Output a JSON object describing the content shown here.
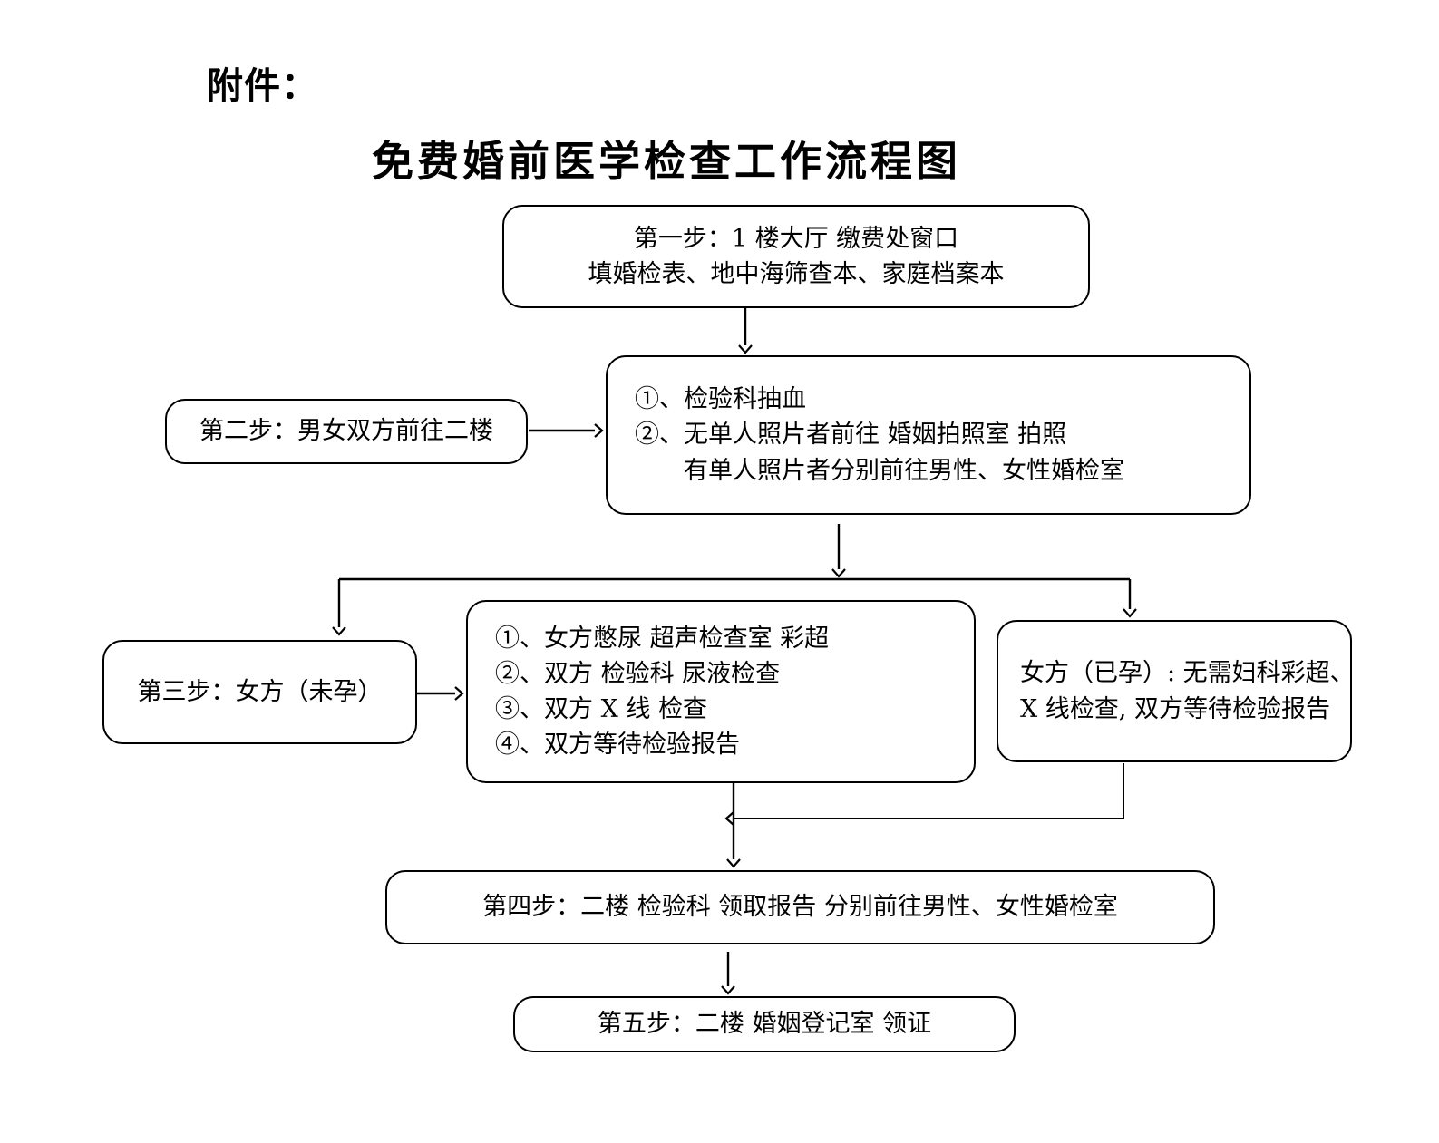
{
  "header": {
    "attachment_label": "附件：",
    "title": "免费婚前医学检查工作流程图"
  },
  "nodes": {
    "step1": {
      "line1": "第一步：1 楼大厅  缴费处窗口",
      "line2": "填婚检表、地中海筛查本、家庭档案本"
    },
    "step2_left": {
      "line1": "第二步：男女双方前往二楼"
    },
    "step2_tasks": {
      "line1": "①、检验科抽血",
      "line2": "②、无单人照片者前往  婚姻拍照室  拍照",
      "line3": "有单人照片者分别前往男性、女性婚检室"
    },
    "step3_left": {
      "line1": "第三步：女方（未孕）"
    },
    "step3_tasks": {
      "line1": "①、女方憋尿  超声检查室  彩超",
      "line2": "②、双方  检验科  尿液检查",
      "line3": "③、双方  X 线  检查",
      "line4": "④、双方等待检验报告"
    },
    "step3_pregnant": {
      "line1": "女方（已孕）: 无需妇科彩超、",
      "line2": "X 线检查, 双方等待检验报告"
    },
    "step4": {
      "line1": "第四步：二楼  检验科  领取报告  分别前往男性、女性婚检室"
    },
    "step5": {
      "line1": "第五步：二楼  婚姻登记室  领证"
    }
  },
  "colors": {
    "stroke": "#000000",
    "background": "#ffffff",
    "text": "#000000"
  }
}
